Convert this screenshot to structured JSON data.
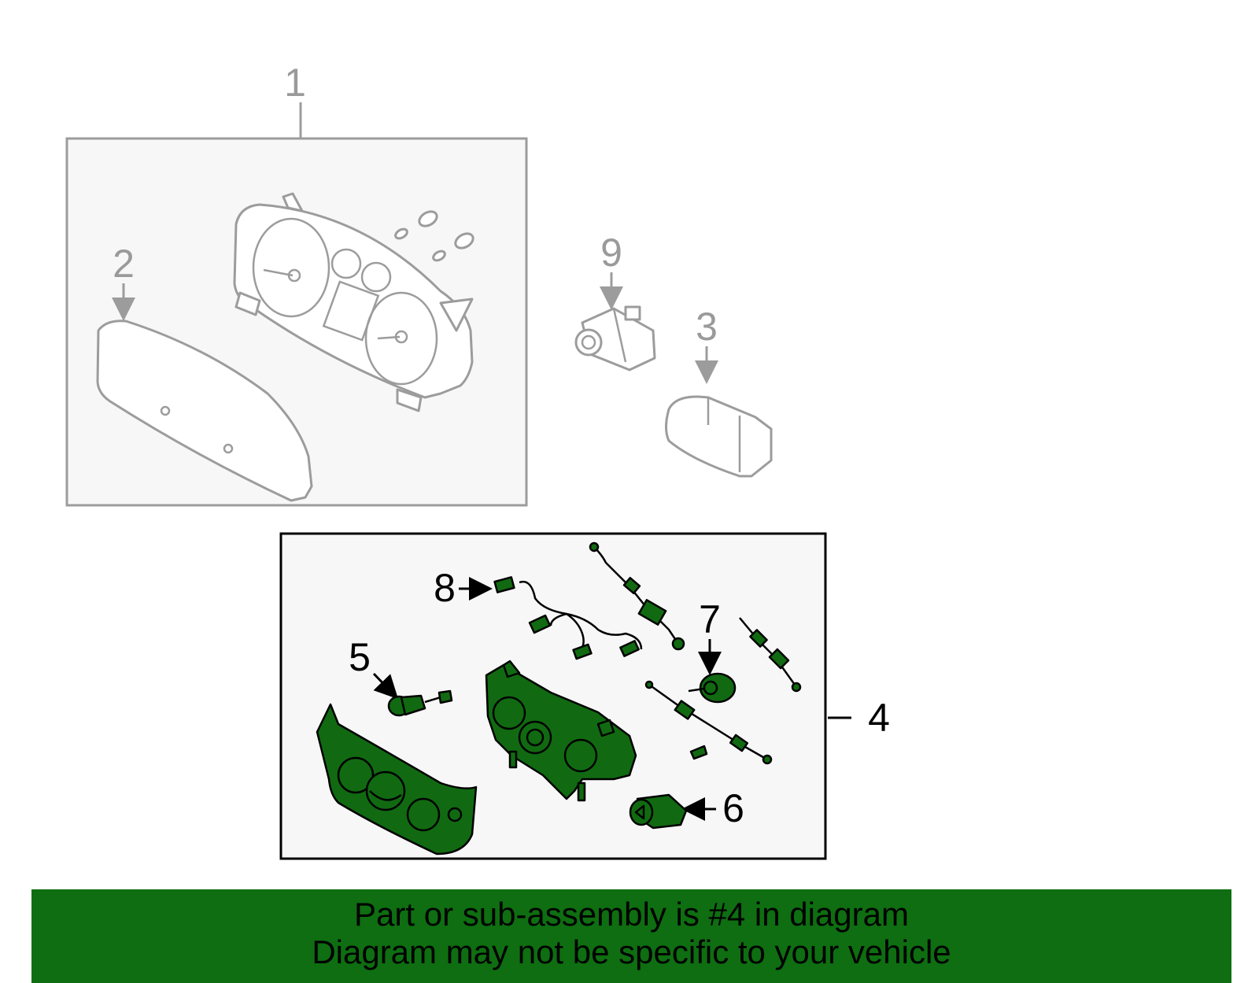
{
  "callouts": {
    "c1": "1",
    "c2": "2",
    "c3": "3",
    "c4": "4",
    "c5": "5",
    "c6": "6",
    "c7": "7",
    "c8": "8",
    "c9": "9"
  },
  "banner": {
    "line1": "Part or sub-assembly is #4 in diagram",
    "line2": "Diagram may not be specific to your vehicle"
  },
  "colors": {
    "highlight_green": "#116a11",
    "banner_green": "#0e6e11",
    "other_parts_grey": "#9c9c9c"
  }
}
